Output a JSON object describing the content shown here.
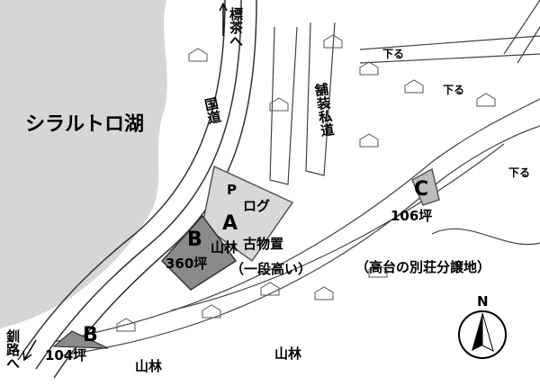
{
  "lake": {
    "name": "シラルトロ湖"
  },
  "roads": {
    "to_shibecha": "標茶へ",
    "national_road": "国道",
    "private_paved_road": "舗装私道",
    "to_kushiro": "釧路へ",
    "downhill_label": "下る"
  },
  "lots": {
    "a": {
      "letter": "A",
      "parking": "P",
      "log": "ログ",
      "antique_storage": "古物置",
      "elevated_note": "（一段高い）"
    },
    "b_large": {
      "letter": "B",
      "area": "360坪",
      "forest": "山林"
    },
    "b_small": {
      "letter": "B",
      "area": "104坪"
    },
    "c": {
      "letter": "C",
      "area": "106坪"
    }
  },
  "forest_labels": [
    "山林",
    "山林"
  ],
  "subdivision": "（高台の別荘分譲地）",
  "compass": {
    "north": "N"
  },
  "colors": {
    "lake": "#d6d6d6",
    "lot_a": "#d8d8d8",
    "lot_b": "#8a8a8a",
    "lot_c": "#bdbdbd"
  }
}
